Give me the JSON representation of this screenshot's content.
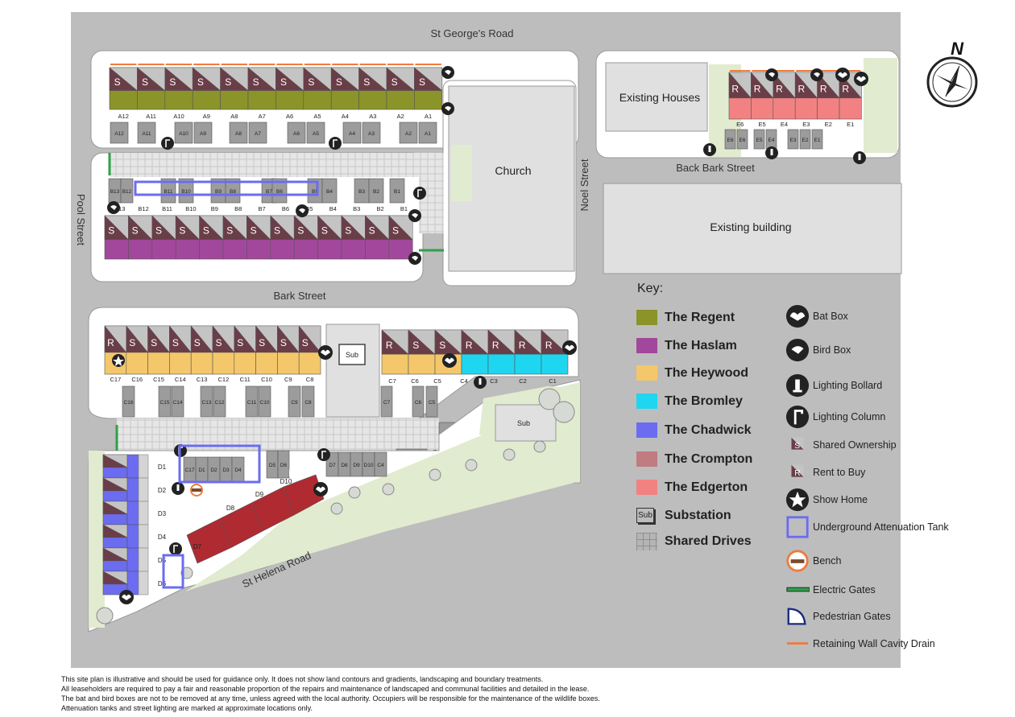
{
  "roads": {
    "st_georges": "St George's Road",
    "pool": "Pool Street",
    "noel": "Noel Street",
    "back_bark": "Back Bark Street",
    "bark": "Bark Street",
    "st_helena": "St Helena Road"
  },
  "buildings": {
    "church": "Church",
    "existing_houses": "Existing Houses",
    "existing_building": "Existing building",
    "sub_1": "Sub",
    "sub_2": "Sub"
  },
  "plots": {
    "a_upper": [
      "A12",
      "A11",
      "A10",
      "A9",
      "A8",
      "A7",
      "A6",
      "A5",
      "A4",
      "A3",
      "A2",
      "A1"
    ],
    "a_lower": [
      "A12",
      "A11",
      "A10",
      "A9",
      "A8",
      "A7",
      "A6",
      "A5",
      "A4",
      "A3",
      "A2",
      "A1"
    ],
    "b_upper": [
      "B13",
      "B12",
      "B11",
      "B10",
      "B9",
      "B8",
      "B7",
      "B6",
      "B5",
      "B4",
      "B3",
      "B2",
      "B1"
    ],
    "b_lower": [
      "B13",
      "B12",
      "B11",
      "B10",
      "B9",
      "B8",
      "B7",
      "B6",
      "B5",
      "B4",
      "B3",
      "B2",
      "B1"
    ],
    "e_upper": [
      "E6",
      "E5",
      "E4",
      "E3",
      "E2",
      "E1"
    ],
    "e_lower": [
      "E6",
      "E6",
      "E5",
      "E4",
      "E3",
      "E2",
      "E1"
    ],
    "c_west": [
      "C17",
      "C16",
      "C15",
      "C14",
      "C13",
      "C12",
      "C11",
      "C10",
      "C9",
      "C8"
    ],
    "c_east": [
      "C7",
      "C6",
      "C5",
      "C4",
      "C3",
      "C2",
      "C1"
    ],
    "c_garage_west": [
      "C16",
      "C15",
      "C14",
      "C13",
      "C12",
      "C11",
      "C10",
      "C9",
      "C8"
    ],
    "c_garage_east": [
      "C7",
      "C6",
      "C5"
    ],
    "c_block": [
      "C1",
      "C2",
      "C3"
    ],
    "d_west": [
      "D1",
      "D2",
      "D3",
      "D4",
      "D5",
      "D6"
    ],
    "d_garage": [
      "C17",
      "D1",
      "D2",
      "D3",
      "D4"
    ],
    "d_garage_2": [
      "D5",
      "D6"
    ],
    "d_garage_3": [
      "D7",
      "D8",
      "D9",
      "D10",
      "C4"
    ],
    "d_south": [
      "D7",
      "D8",
      "D9",
      "D10"
    ]
  },
  "tenure": {
    "shared": "S",
    "rent": "R"
  },
  "key": {
    "title": "Key:",
    "house_types": [
      {
        "name": "The Regent",
        "color": "#8b9428"
      },
      {
        "name": "The Haslam",
        "color": "#a2489c"
      },
      {
        "name": "The Heywood",
        "color": "#f4c76a"
      },
      {
        "name": "The Bromley",
        "color": "#1ed6ef"
      },
      {
        "name": "The Chadwick",
        "color": "#6b6cf0"
      },
      {
        "name": "The Crompton",
        "color": "#c07c80"
      },
      {
        "name": "The Edgerton",
        "color": "#f28282"
      },
      {
        "name": "Substation",
        "color": "#ffffff",
        "icon_text": "Sub"
      },
      {
        "name": "Shared Drives",
        "color": "#b0b0b0"
      }
    ],
    "symbols": [
      {
        "label": "Bat Box",
        "icon": "bat-icon"
      },
      {
        "label": "Bird Box",
        "icon": "bird-icon"
      },
      {
        "label": "Lighting Bollard",
        "icon": "bollard-icon"
      },
      {
        "label": "Lighting Column",
        "icon": "lamp-column-icon"
      },
      {
        "label": "Shared Ownership",
        "icon": "shared-ownership-icon",
        "letter": "S"
      },
      {
        "label": "Rent to Buy",
        "icon": "rent-to-buy-icon",
        "letter": "R"
      },
      {
        "label": "Show Home",
        "icon": "star-icon"
      },
      {
        "label": "Underground Attenuation Tank",
        "icon": "tank-icon"
      },
      {
        "label": "Bench",
        "icon": "bench-icon"
      },
      {
        "label": "Electric Gates",
        "icon": "electric-gate-icon",
        "color": "#2fa04a"
      },
      {
        "label": "Pedestrian Gates",
        "icon": "pedestrian-gate-icon"
      },
      {
        "label": "Retaining Wall Cavity Drain",
        "icon": "drain-icon",
        "color": "#ef7a3c"
      }
    ]
  },
  "compass": {
    "letter": "N"
  },
  "notes": [
    "This site plan is illustrative and should be used for guidance only. It does not show land contours and gradients, landscaping and boundary treatments.",
    "All leaseholders are required to pay a fair and reasonable proportion of the repairs and maintenance of landscaped and communal facilities and detailed in the lease.",
    "The bat and bird boxes are not to be removed at any time, unless agreed with the local authority. Occupiers will be responsible for the maintenance of the wildlife boxes.",
    "Attenuation tanks and street lighting are marked at approximate locations only."
  ]
}
